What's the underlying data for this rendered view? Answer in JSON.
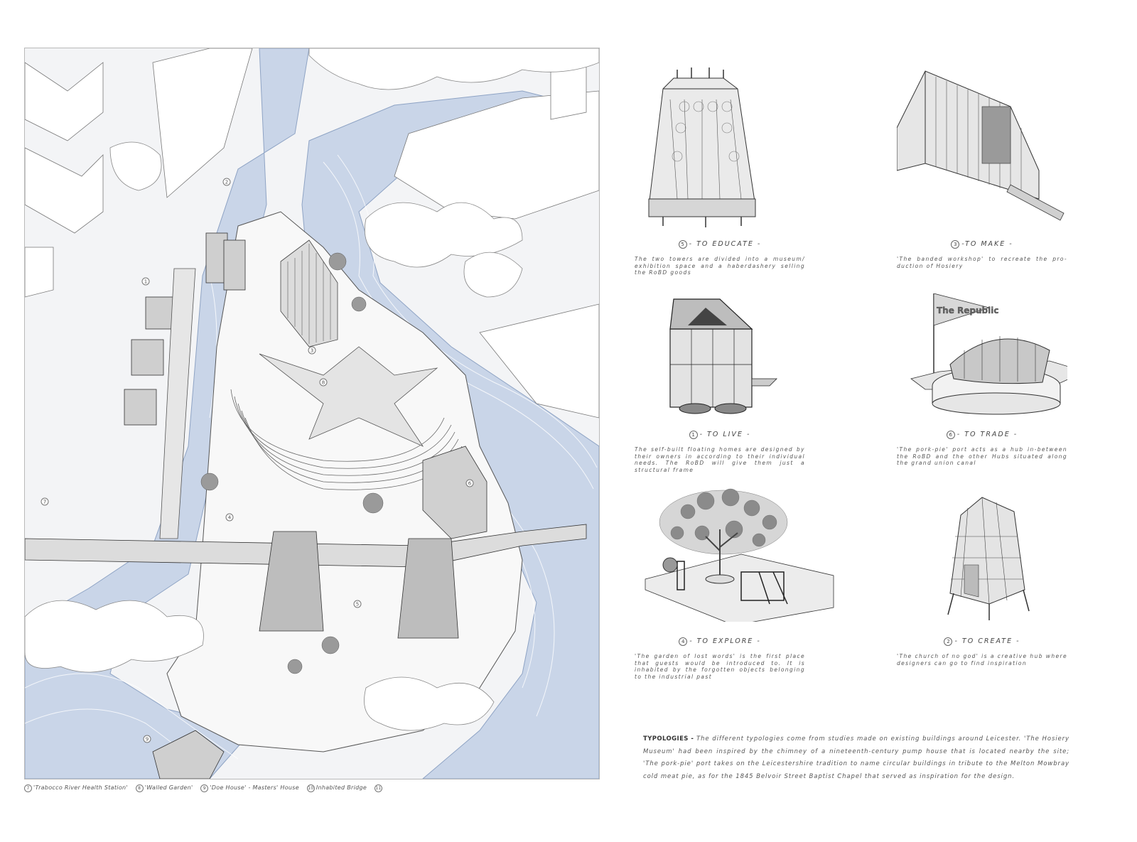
{
  "plan": {
    "labels": [
      "1",
      "2",
      "3",
      "4",
      "5",
      "6",
      "7",
      "8",
      "9"
    ]
  },
  "caption_strip": [
    {
      "num": "7",
      "text": "'Trabocco River Health Station'"
    },
    {
      "num": "8",
      "text": "'Walled Garden'"
    },
    {
      "num": "9",
      "text": "'Doe House' - Masters' House"
    },
    {
      "num": "10",
      "text": "Inhabited Bridge"
    },
    {
      "num": "11",
      "text": ""
    }
  ],
  "typologies": [
    {
      "num": "5",
      "title": "- TO EDUCATE -",
      "desc": "The two towers are divided into a museum/ exhibition space and a haberdashery selling the RoBD goods"
    },
    {
      "num": "3",
      "title": "-TO MAKE -",
      "desc": "'The banded workshop' to recreate the pro- duction of Hosiery"
    },
    {
      "num": "1",
      "title": "- TO LIVE -",
      "desc": "The self-built floating homes are designed by their owners in according to their individual needs. The RoBD will give them just a structural frame"
    },
    {
      "num": "6",
      "title": "- TO TRADE -",
      "desc": "'The pork-pie' port acts as a hub in-between the RoBD and the other Hubs situated along the grand union canal"
    },
    {
      "num": "4",
      "title": "- TO EXPLORE -",
      "desc": "'The garden of lost words' is the first place that guests would be introduced to. It is inhabited by the forgotten objects belonging to the industrial past"
    },
    {
      "num": "2",
      "title": "- TO CREATE -",
      "desc": "'The church of no god' is a creative hub where designers can go to find inspiration"
    }
  ],
  "flag_text": "The Republic",
  "typologies_paragraph": {
    "heading": "TYPOLOGIES -",
    "body": "The different typologies come from studies made on existing buildings around Leicester. 'The Hosiery Museum' had been inspired by the chimney of a nineteenth-century pump house that is located nearby the site; 'The pork-pie' port takes on the Leicestershire tradition to name circular buildings in tribute to the Melton Mowbray cold meat pie, as for the 1845 Belvoir Street Baptist Chapel that served as inspiration for the design."
  },
  "colors": {
    "water": "#c9d5e8",
    "ground": "#f3f4f6",
    "line": "#555555"
  }
}
